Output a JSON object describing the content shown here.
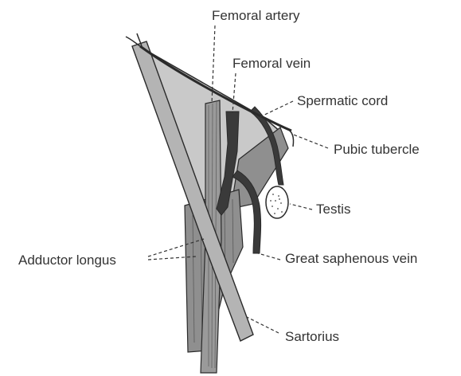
{
  "labels": {
    "femoral_artery": "Femoral artery",
    "femoral_vein": "Femoral vein",
    "spermatic_cord": "Spermatic cord",
    "pubic_tubercle": "Pubic tubercle",
    "testis": "Testis",
    "adductor_longus": "Adductor longus",
    "great_saphenous_vein": "Great saphenous vein",
    "sartorius": "Sartorius"
  },
  "colors": {
    "triangle_fill": "#c9c9c9",
    "muscle_fill": "#8f8f8f",
    "vessel_dark": "#3a3a3a",
    "outline": "#2a2a2a",
    "label_text": "#333333"
  }
}
